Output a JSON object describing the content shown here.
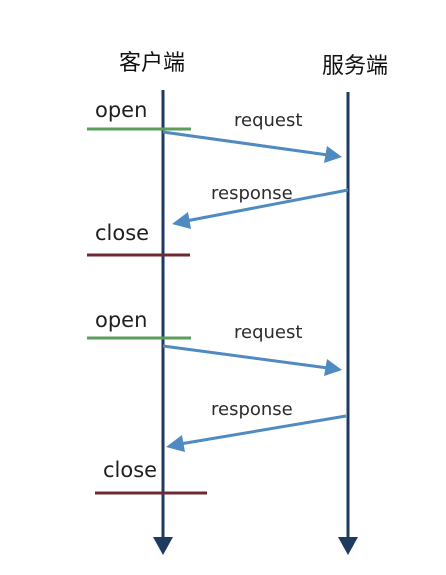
{
  "participants": {
    "client": "客户端",
    "server": "服务端"
  },
  "events": [
    {
      "open": "open",
      "request": "request",
      "response": "response",
      "close": "close"
    },
    {
      "open": "open",
      "request": "request",
      "response": "response",
      "close": "close"
    }
  ],
  "colors": {
    "lifeline": "#1f3a5f",
    "message": "#4f8ac1",
    "open_marker": "#5a9e5a",
    "close_marker": "#6e2a32"
  }
}
